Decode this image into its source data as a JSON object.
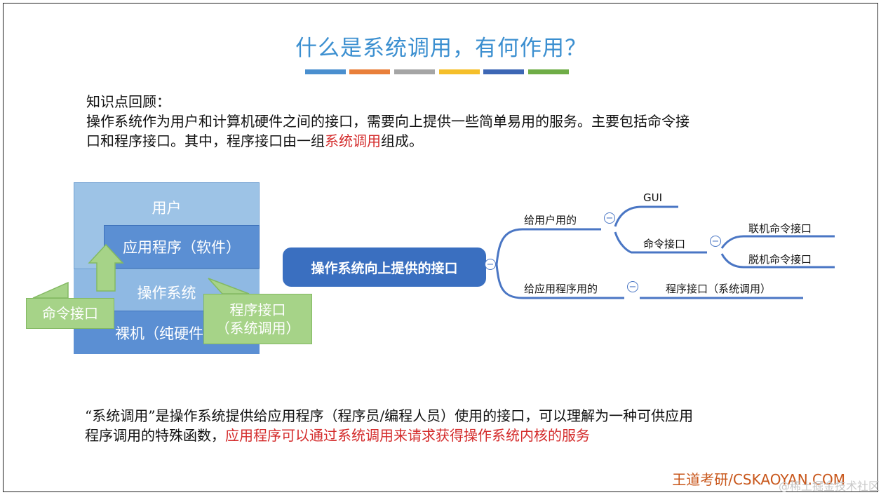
{
  "slide": {
    "title": "什么是系统调用，有何作用？",
    "title_bar_colors": [
      "#4a8fcf",
      "#e97f3a",
      "#a5a5a5",
      "#f5bf2a",
      "#3d67b5",
      "#6fad47"
    ]
  },
  "review": {
    "heading": "知识点回顾：",
    "line1": "操作系统作为用户和计算机硬件之间的接口，需要向上提供一些简单易用的服务。主要包括命令接",
    "line2_pre": "口和程序接口。其中，程序接口由一组",
    "line2_red": "系统调用",
    "line2_post": "组成。"
  },
  "layers": {
    "user": "用户",
    "app": "应用程序（软件）",
    "os": "操作系统",
    "hardware": "裸机（纯硬件）",
    "callout_cmd": "命令接口",
    "callout_prog_1": "程序接口",
    "callout_prog_2": "（系统调用）"
  },
  "mindmap": {
    "center": "操作系统向上提供的接口",
    "branch_user": "给用户用的",
    "gui": "GUI",
    "cmd": "命令接口",
    "online": "联机命令接口",
    "offline": "脱机命令接口",
    "branch_app": "给应用程序用的",
    "program": "程序接口（系统调用）",
    "collapse_glyph": "−"
  },
  "bottom": {
    "line1": "“系统调用”是操作系统提供给应用程序（程序员/编程人员）使用的接口，可以理解为一种可供应用",
    "line2_pre": "程序调用的特殊函数，",
    "line2_red": "应用程序可以通过系统调用来请求获得操作系统内核的服务"
  },
  "footer": {
    "brand": "王道考研/CSKAOYAN.COM",
    "watermark": "@稀土掘金技术社区"
  },
  "colors": {
    "title": "#3b8fd0",
    "accent_red": "#d42b2b",
    "node_blue": "#3a6fc0",
    "layer_light": "#9dc3e6",
    "layer_dark": "#5b8fd3",
    "callout_green": "#a6d388"
  }
}
